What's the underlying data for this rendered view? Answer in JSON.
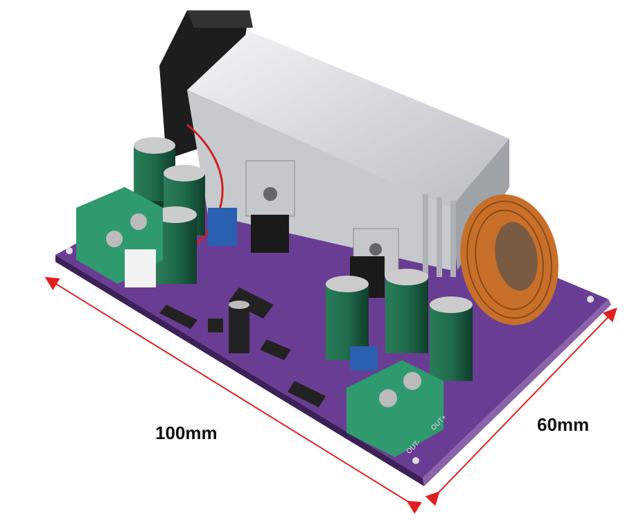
{
  "dimensions": {
    "length_label": "100mm",
    "width_label": "60mm"
  },
  "board_text": {
    "out_minus": "OUT-",
    "out_plus": "OUT+"
  },
  "colors": {
    "pcb": "#5b2a86",
    "arrow": "#e02020",
    "terminal": "#2f9a6e",
    "capacitor": "#1f6b4a",
    "heatsink": "#d9dcdf",
    "coil": "#c8702a"
  }
}
